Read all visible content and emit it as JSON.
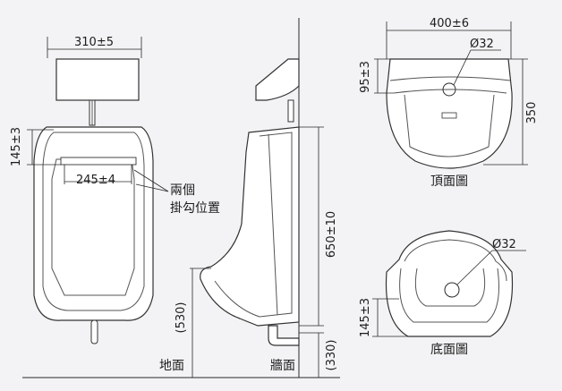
{
  "front_view": {
    "width_dim": "310±5",
    "height_dim": "145±3",
    "hook_spacing_dim": "245±4",
    "hook_note_line1": "兩個",
    "hook_note_line2": "掛勾位置"
  },
  "side_view": {
    "height_dim": "650±10",
    "floor_height_dim": "(530)",
    "pipe_height_dim": "(330)",
    "floor_label": "地面",
    "wall_label": "牆面"
  },
  "top_view": {
    "width_dim": "400±6",
    "diameter_dim": "Ø32",
    "height_dim": "95±3",
    "depth_dim": "350",
    "caption": "頂面圖"
  },
  "bottom_view": {
    "diameter_dim": "Ø32",
    "height_dim": "145±3",
    "caption": "底面圖"
  }
}
